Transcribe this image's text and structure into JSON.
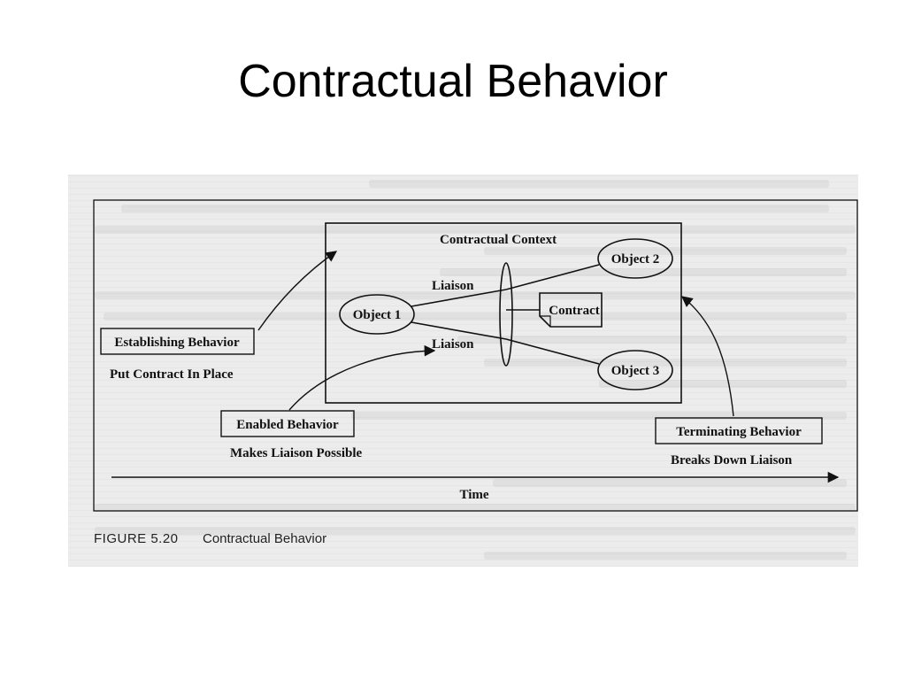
{
  "slide": {
    "title": "Contractual Behavior"
  },
  "diagram": {
    "context_label": "Contractual Context",
    "object1": "Object 1",
    "object2": "Object 2",
    "object3": "Object 3",
    "contract": "Contract",
    "liaison_top": "Liaison",
    "liaison_bottom": "Liaison",
    "establishing": "Establishing Behavior",
    "put_contract": "Put Contract In Place",
    "enabled": "Enabled Behavior",
    "makes_liaison": "Makes Liaison Possible",
    "terminating": "Terminating Behavior",
    "breaks_liaison": "Breaks Down Liaison",
    "time": "Time"
  },
  "caption": {
    "figure_no": "FIGURE 5.20",
    "text": "Contractual Behavior"
  },
  "colors": {
    "ink": "#111111",
    "paper": "#ececec",
    "background": "#ffffff"
  }
}
